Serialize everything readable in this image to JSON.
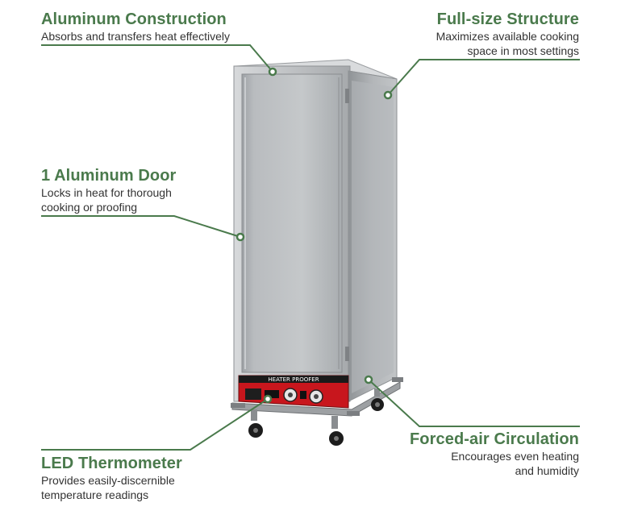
{
  "callouts": {
    "aluminum_construction": {
      "title": "Aluminum Construction",
      "desc": "Absorbs and transfers heat effectively"
    },
    "full_size_structure": {
      "title": "Full-size Structure",
      "desc_line1": "Maximizes available cooking",
      "desc_line2": "space in most settings"
    },
    "aluminum_door": {
      "title": "1 Aluminum Door",
      "desc_line1": "Locks in heat for thorough",
      "desc_line2": "cooking or proofing"
    },
    "led_thermometer": {
      "title": "LED Thermometer",
      "desc_line1": "Provides easily-discernible",
      "desc_line2": "temperature readings"
    },
    "forced_air": {
      "title": "Forced-air Circulation",
      "desc_line1": "Encourages even heating",
      "desc_line2": "and humidity"
    }
  },
  "product": {
    "control_panel_label": "HEATER PROOFER"
  },
  "colors": {
    "accent_green": "#4a7a4c",
    "panel_red": "#c8161d"
  }
}
